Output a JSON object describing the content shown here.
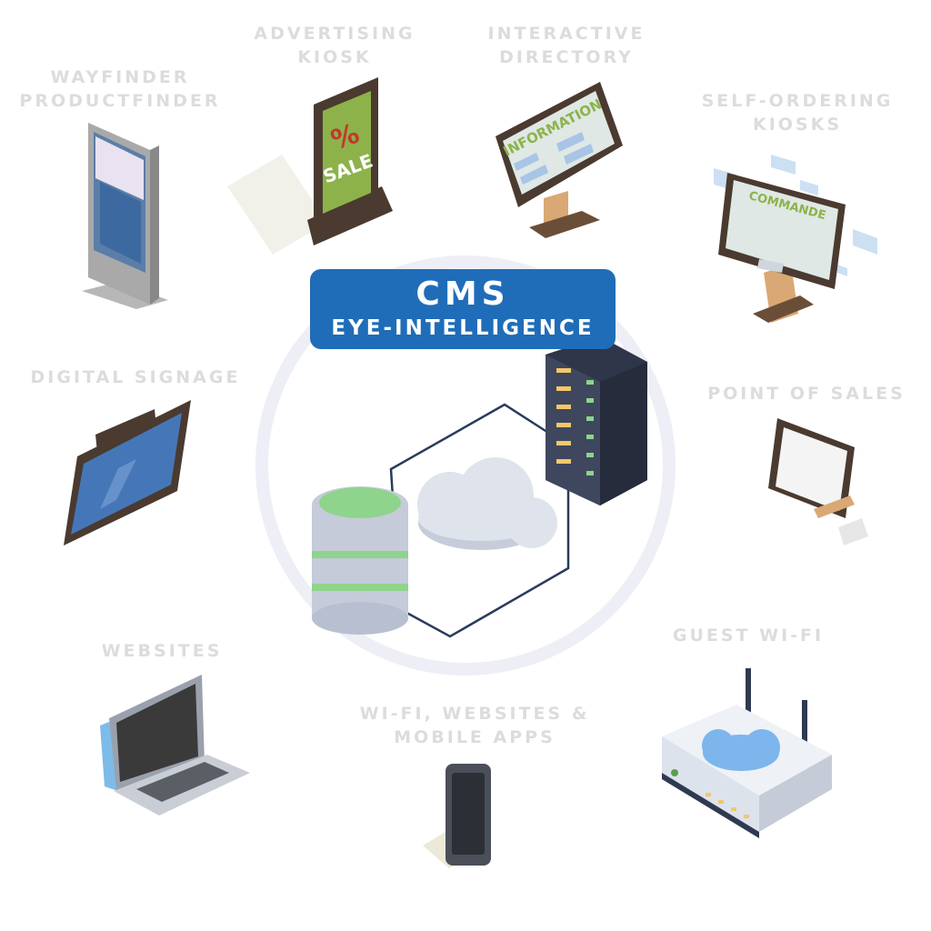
{
  "hub": {
    "title": "CMS",
    "subtitle": "EYE-INTELLIGENCE"
  },
  "nodes": {
    "wayfinder": "WAYFINDER\nPRODUCTFINDER",
    "advertising": "ADVERTISING\nKIOSK",
    "directory": "INTERACTIVE\nDIRECTORY",
    "self_ordering": "SELF-ORDERING\nKIOSKS",
    "signage": "DIGITAL SIGNAGE",
    "pos": "POINT OF SALES",
    "websites": "WEBSITES",
    "mobile": "WI-FI, WEBSITES &\nMOBILE APPS",
    "wifi": "GUEST WI-FI"
  },
  "screens": {
    "sale_percent": "%",
    "sale": "SALE",
    "information": "INFORMATION",
    "commande": "COMMANDE"
  },
  "colors": {
    "badge": "#1f6db8",
    "label": "#dcdcdc",
    "kiosk_green": "#8db24a",
    "kiosk_frame": "#4a3a30",
    "kiosk_base": "#d9a874",
    "server": "#3a4258",
    "db_green": "#8ed48c",
    "db_body": "#c5cbd8",
    "cloud": "#dfe3ec",
    "router_cloud": "#7cb6ec"
  }
}
